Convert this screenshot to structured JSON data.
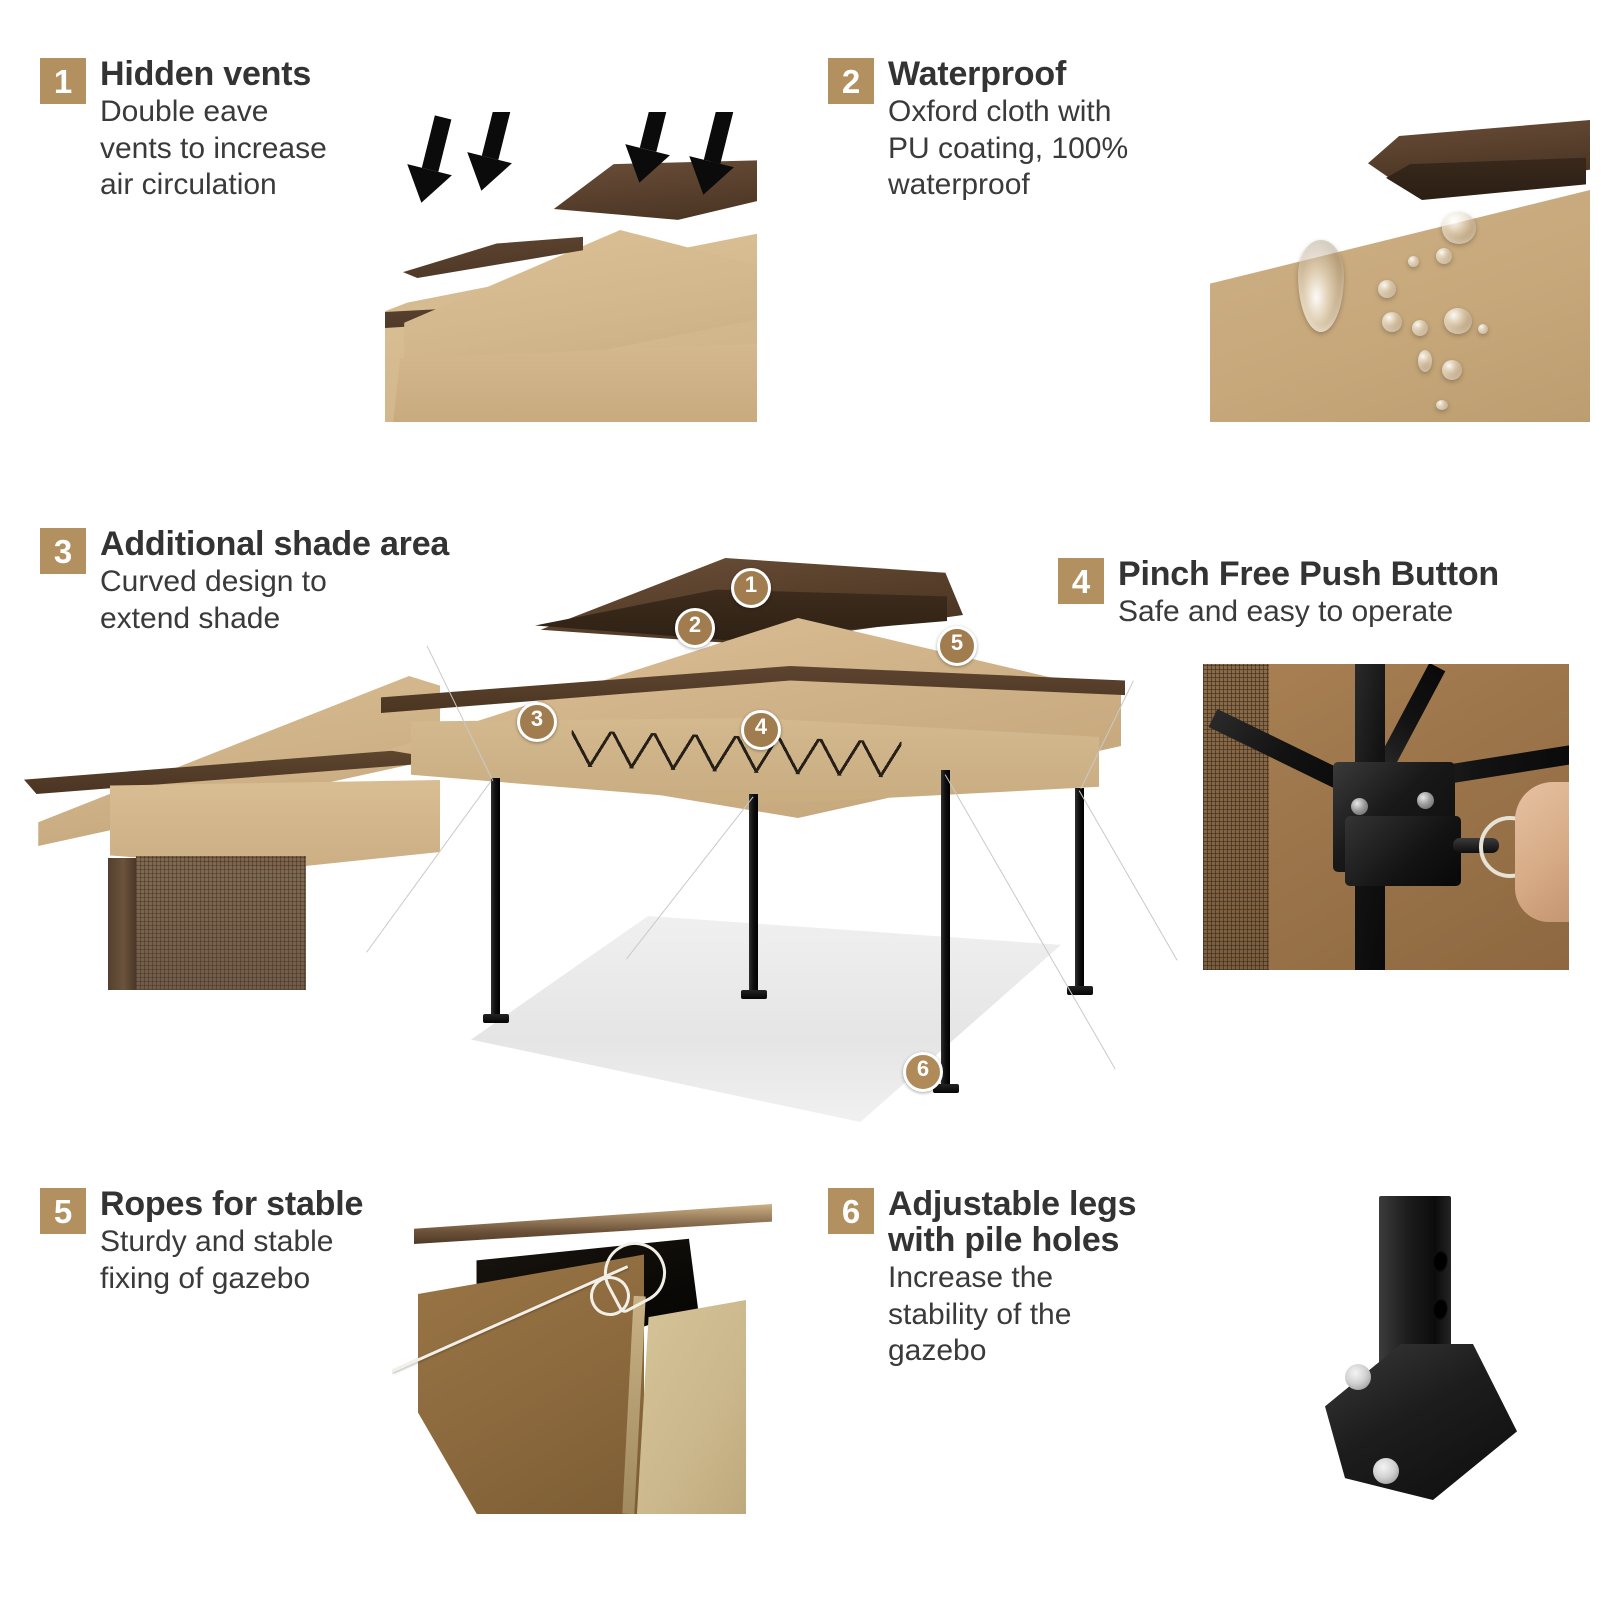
{
  "page": {
    "accent_color": "#b3905f",
    "heading_color": "#333333",
    "body_color": "#3a3a3a",
    "background": "#ffffff",
    "product": "pop-up gazebo canopy"
  },
  "features": [
    {
      "number": "1",
      "title": "Hidden vents",
      "description": "Double eave\nvents to increase\nair circulation",
      "photo": "canopy-top-vents-photo"
    },
    {
      "number": "2",
      "title": "Waterproof",
      "description": "Oxford cloth with\nPU coating, 100%\nwaterproof",
      "photo": "water-beading-fabric-photo"
    },
    {
      "number": "3",
      "title": "Additional shade area",
      "description": "Curved design to\nextend shade",
      "photo": "canopy-corner-overhang-photo"
    },
    {
      "number": "4",
      "title": "Pinch Free Push Button",
      "description": "Safe and easy to operate",
      "photo": "frame-hub-push-button-photo"
    },
    {
      "number": "5",
      "title": "Ropes for stable",
      "description": "Sturdy and stable\nfixing of gazebo",
      "photo": "guy-rope-knot-photo"
    },
    {
      "number": "6",
      "title": "Adjustable legs\nwith pile holes",
      "description": "Increase the\nstability of the\ngazebo",
      "photo": "adjustable-leg-base-photo"
    }
  ],
  "diagram": {
    "name": "gazebo-overview-diagram",
    "markers": [
      {
        "label": "1",
        "refers_to": "Hidden vents"
      },
      {
        "label": "2",
        "refers_to": "Waterproof"
      },
      {
        "label": "3",
        "refers_to": "Additional shade area"
      },
      {
        "label": "4",
        "refers_to": "Pinch Free Push Button"
      },
      {
        "label": "5",
        "refers_to": "Ropes for stable"
      },
      {
        "label": "6",
        "refers_to": "Adjustable legs with pile holes"
      }
    ],
    "colors": {
      "canopy_tan": "#d0b288",
      "canopy_brown_trim": "#4f3a27",
      "frame_black": "#101010",
      "rope_gray": "#c9c9c9",
      "floor_shadow": "#e6e6e6"
    }
  }
}
